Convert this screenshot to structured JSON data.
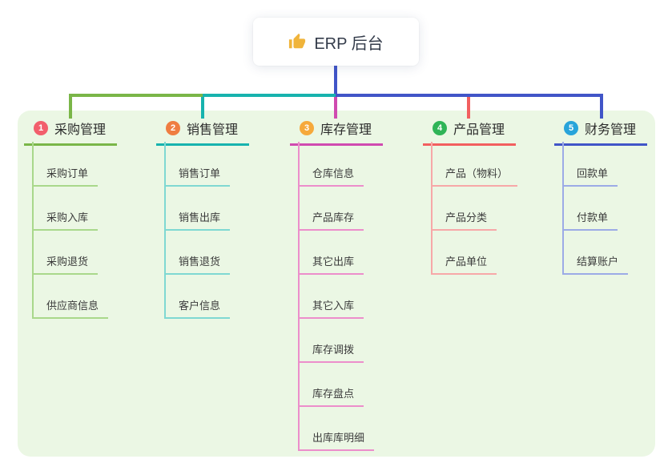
{
  "root": {
    "label": "ERP 后台",
    "icon": "thumbs-up",
    "stem_color": "#4155c8"
  },
  "panel": {
    "bg": "#ebf7e4"
  },
  "branches": [
    {
      "num": "1",
      "label": "采购管理",
      "colors": {
        "line": "#7ab648",
        "light": "#a9d88b",
        "badge": "#f25f6c"
      },
      "children": [
        "采购订单",
        "采购入库",
        "采购退货",
        "供应商信息"
      ]
    },
    {
      "num": "2",
      "label": "销售管理",
      "colors": {
        "line": "#17b3ae",
        "light": "#7fd8d2",
        "badge": "#ef7d41"
      },
      "children": [
        "销售订单",
        "销售出库",
        "销售退货",
        "客户信息"
      ]
    },
    {
      "num": "3",
      "label": "库存管理",
      "colors": {
        "line": "#d04ab0",
        "light": "#ec8ecb",
        "badge": "#f6a93b"
      },
      "children": [
        "仓库信息",
        "产品库存",
        "其它出库",
        "其它入库",
        "库存调拨",
        "库存盘点",
        "出库库明细"
      ]
    },
    {
      "num": "4",
      "label": "产品管理",
      "colors": {
        "line": "#f25f5f",
        "light": "#f7a8a8",
        "badge": "#2fb457"
      },
      "children": [
        "产品（物料）",
        "产品分类",
        "产品单位"
      ]
    },
    {
      "num": "5",
      "label": "财务管理",
      "colors": {
        "line": "#4155c8",
        "light": "#9cabe6",
        "badge": "#28a4da"
      },
      "children": [
        "回款单",
        "付款单",
        "结算账户"
      ]
    }
  ]
}
